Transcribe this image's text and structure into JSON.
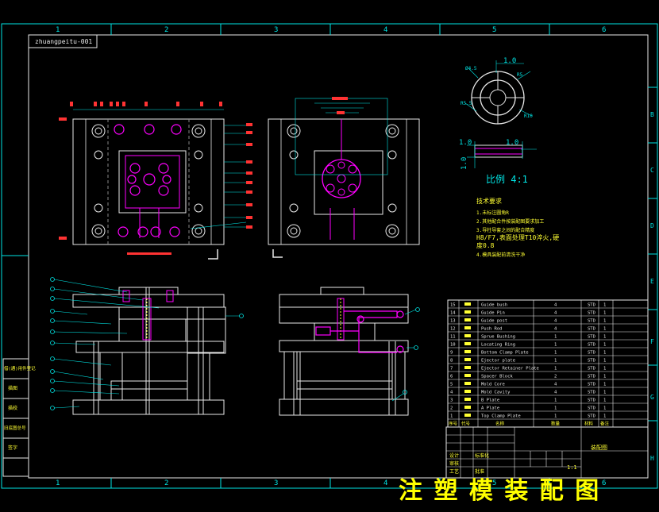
{
  "title_box": "zhuangpeitu-001",
  "banner": "注 塑 模 装 配 图",
  "grid": {
    "columns": [
      "1",
      "2",
      "3",
      "4",
      "5",
      "6"
    ],
    "rows": [
      "B",
      "C",
      "D",
      "E",
      "F",
      "G",
      "H"
    ]
  },
  "detail": {
    "dims": [
      "1.0",
      "Ø4.5",
      "R5",
      "R5.5",
      "R10",
      "1.0",
      "1.0",
      "1.0"
    ],
    "scale": "比例 4:1"
  },
  "tech_notes": {
    "heading": "技术要求",
    "lines": [
      "1.未标注圆角R",
      "2.其他配合件按装配图要求加工",
      "3.导柱导套之间的配合精度",
      "H8/F7,表面处理T10淬火,硬",
      "度0.8",
      "4.模具装配前清洗干净"
    ]
  },
  "bom": {
    "columns": [
      "序号",
      "代号",
      "名称",
      "数量",
      "材料",
      "备注"
    ],
    "rows": [
      {
        "no": "15",
        "name": "Guide bush",
        "qty": "4",
        "mat": "STD",
        "rem": "1"
      },
      {
        "no": "14",
        "name": "Guide Pin",
        "qty": "4",
        "mat": "STD",
        "rem": "1"
      },
      {
        "no": "13",
        "name": "Guide post",
        "qty": "4",
        "mat": "STD",
        "rem": "1"
      },
      {
        "no": "12",
        "name": "Push Rod",
        "qty": "4",
        "mat": "STD",
        "rem": "1"
      },
      {
        "no": "11",
        "name": "Sprue Bushing",
        "qty": "1",
        "mat": "STD",
        "rem": "1"
      },
      {
        "no": "10",
        "name": "Locating Ring",
        "qty": "1",
        "mat": "STD",
        "rem": "1"
      },
      {
        "no": "9",
        "name": "Bottom Clamp Plate",
        "qty": "1",
        "mat": "STD",
        "rem": "1"
      },
      {
        "no": "8",
        "name": "Ejector plate",
        "qty": "1",
        "mat": "STD",
        "rem": "1"
      },
      {
        "no": "7",
        "name": "Ejector Retainer Plate",
        "qty": "1",
        "mat": "STD",
        "rem": "1"
      },
      {
        "no": "6",
        "name": "Spacer Block",
        "qty": "2",
        "mat": "STD",
        "rem": "1"
      },
      {
        "no": "5",
        "name": "Mold Core",
        "qty": "4",
        "mat": "STD",
        "rem": "1"
      },
      {
        "no": "4",
        "name": "Mold Cavity",
        "qty": "4",
        "mat": "STD",
        "rem": "1"
      },
      {
        "no": "3",
        "name": "B Plate",
        "qty": "1",
        "mat": "STD",
        "rem": "1"
      },
      {
        "no": "2",
        "name": "A Plate",
        "qty": "1",
        "mat": "STD",
        "rem": "1"
      },
      {
        "no": "1",
        "name": "Top Clamp Plate",
        "qty": "1",
        "mat": "STD",
        "rem": "1"
      }
    ]
  },
  "title_block": {
    "drawing_name": "装配图",
    "scale": "1:1",
    "labels": [
      "设计",
      "审核",
      "工艺",
      "标准化",
      "批准"
    ]
  },
  "left_strip": [
    "借(通)用件登记",
    "描图",
    "描校",
    "旧底图总号",
    "签字"
  ]
}
